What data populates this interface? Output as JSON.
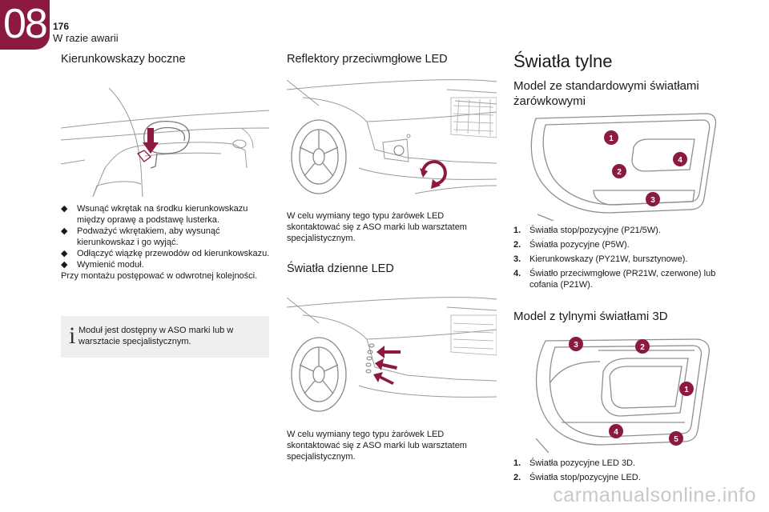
{
  "header": {
    "chapter": "08",
    "page_number": "176",
    "section": "W razie awarii"
  },
  "left": {
    "title": "Kierunkowskazy boczne",
    "steps": [
      {
        "mark": "",
        "text": "Wsunąć wkrętak na środku kierunkowskazu między oprawę a podstawę lusterka."
      },
      {
        "mark": "",
        "text": "Podważyć wkrętakiem, aby wysunąć kierunkowskaz i go wyjąć."
      },
      {
        "mark": "",
        "text": "Odłączyć wiązkę przewodów od kierunkowskazu."
      },
      {
        "mark": "",
        "text": "Wymienić moduł."
      }
    ],
    "note": "Przy montażu postępować w odwrotnej kolejności.",
    "info_text": "Moduł jest dostępny w ASO marki lub w warsztacie specjalistycznym."
  },
  "middle": {
    "headlamp_title": "Reflektory przeciwmgłowe LED",
    "headlamp_text": "W celu wymiany tego typu żarówek LED skontaktować się z ASO marki lub warsztatem specjalistycznym.",
    "drl_title": "Światła dzienne LED",
    "drl_text": "W celu wymiany tego typu żarówek LED skontaktować się z ASO marki lub warsztatem specjalistycznym."
  },
  "right": {
    "title": "Światła tylne",
    "std_title": "Model ze standardowymi światłami żarówkowymi",
    "std_items": [
      {
        "num": "1.",
        "text": "Światła stop/pozycyjne (P21/5W)."
      },
      {
        "num": "2.",
        "text": "Światła pozycyjne (P5W)."
      },
      {
        "num": "3.",
        "text": "Kierunkowskazy (PY21W, bursztynowe)."
      },
      {
        "num": "4.",
        "text": "Światło przeciwmgłowe (PR21W, czerwone) lub cofania (P21W)."
      }
    ],
    "led_title": "Model z tylnymi światłami 3D",
    "led_items": [
      {
        "num": "1.",
        "text": "Światła pozycyjne LED 3D."
      },
      {
        "num": "2.",
        "text": "Światła stop/pozycyjne LED."
      }
    ],
    "std_callouts": [
      "1",
      "2",
      "3",
      "4"
    ],
    "led_callouts": [
      "1",
      "2",
      "3",
      "4",
      "5"
    ]
  },
  "info_icon": "i",
  "watermark": "carmanualsonline.info",
  "colors": {
    "accent": "#8b1a3e",
    "info_bg": "#efefef",
    "watermark": "#c8c8c8"
  }
}
